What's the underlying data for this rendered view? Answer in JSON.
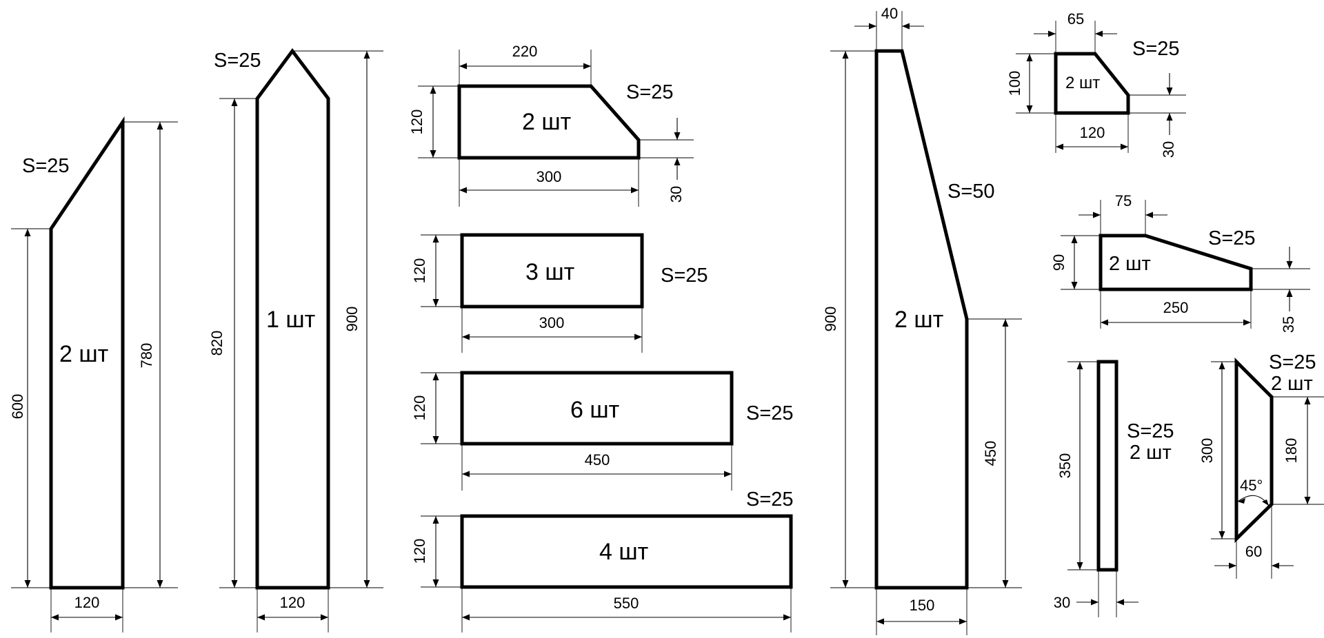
{
  "parts": [
    {
      "id": "p1",
      "qty": "2 шт",
      "thickness": "S=25",
      "dims": [
        "600",
        "780",
        "120"
      ]
    },
    {
      "id": "p2",
      "qty": "1 шт",
      "thickness": "S=25",
      "dims": [
        "820",
        "900",
        "120"
      ]
    },
    {
      "id": "p3",
      "qty": "2 шт",
      "thickness": "S=25",
      "dims": [
        "220",
        "120",
        "300",
        "30"
      ]
    },
    {
      "id": "p4",
      "qty": "3 шт",
      "thickness": "S=25",
      "dims": [
        "120",
        "300"
      ]
    },
    {
      "id": "p5",
      "qty": "6 шт",
      "thickness": "S=25",
      "dims": [
        "120",
        "450"
      ]
    },
    {
      "id": "p6",
      "qty": "4 шт",
      "thickness": "S=25",
      "dims": [
        "120",
        "550"
      ]
    },
    {
      "id": "p7",
      "qty": "2 шт",
      "thickness": "S=50",
      "dims": [
        "40",
        "900",
        "450",
        "150"
      ]
    },
    {
      "id": "p8",
      "qty": "2 шт",
      "thickness": "S=25",
      "dims": [
        "65",
        "100",
        "120",
        "30"
      ]
    },
    {
      "id": "p9",
      "qty": "2 шт",
      "thickness": "S=25",
      "dims": [
        "75",
        "90",
        "250",
        "35"
      ]
    },
    {
      "id": "p10",
      "qty": "2 шт",
      "thickness": "S=25",
      "dims": [
        "350",
        "30"
      ]
    },
    {
      "id": "p11",
      "qty": "2 шт",
      "thickness": "S=25",
      "dims": [
        "300",
        "180",
        "60"
      ],
      "angle": "45°"
    }
  ]
}
